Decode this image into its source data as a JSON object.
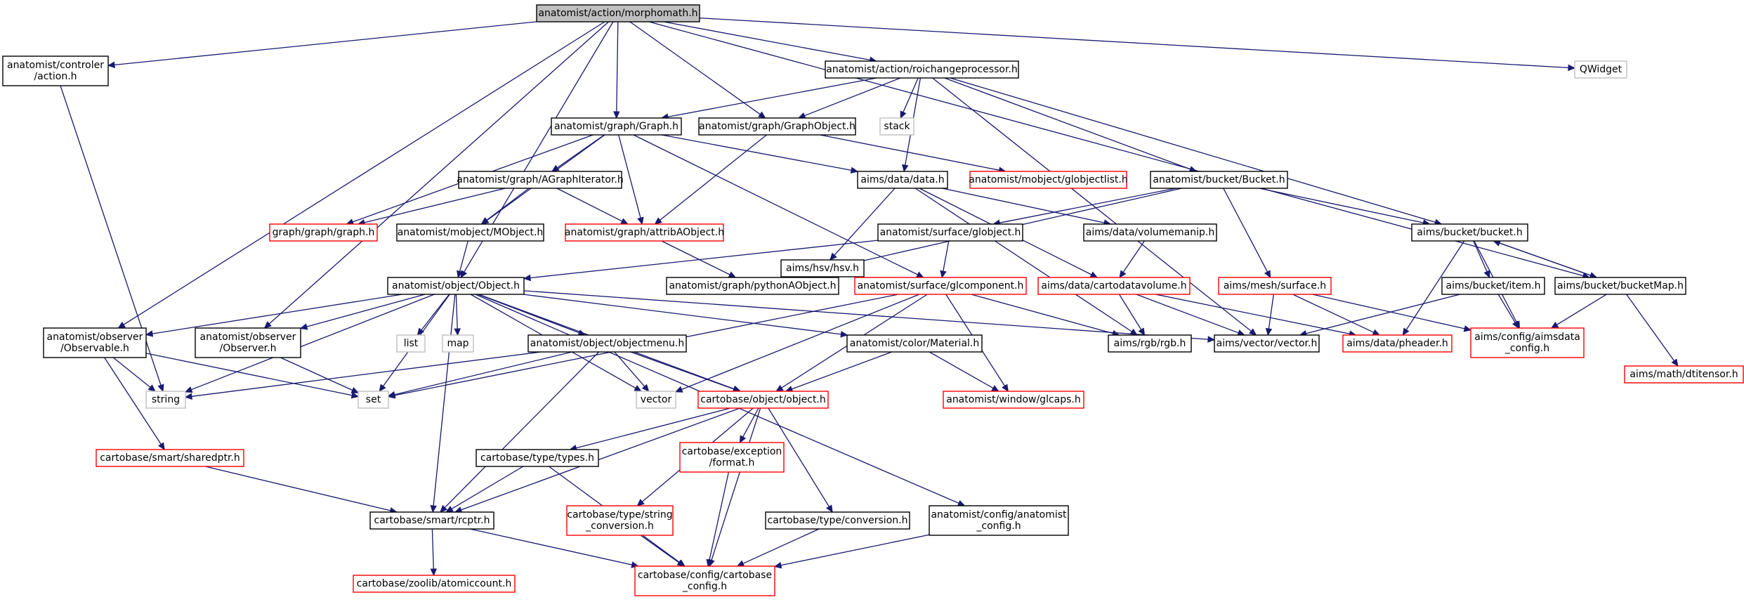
{
  "colors": {
    "edge": "#191970",
    "normal_border": "#000000",
    "truncated_border": "#ff0000",
    "external_border": "#bfbfbf",
    "root_fill": "#bfbfbf"
  },
  "nodes": [
    {
      "id": "morphomath",
      "lines": [
        "anatomist/action/morphomath.h"
      ],
      "kind": "root"
    },
    {
      "id": "controler_action",
      "lines": [
        "anatomist/controler",
        "/action.h"
      ],
      "kind": "normal"
    },
    {
      "id": "roichange",
      "lines": [
        "anatomist/action/roichangeprocessor.h"
      ],
      "kind": "normal"
    },
    {
      "id": "qwidget",
      "lines": [
        "QWidget"
      ],
      "kind": "external"
    },
    {
      "id": "graph_h",
      "lines": [
        "anatomist/graph/Graph.h"
      ],
      "kind": "normal"
    },
    {
      "id": "graphobject",
      "lines": [
        "anatomist/graph/GraphObject.h"
      ],
      "kind": "normal"
    },
    {
      "id": "stack",
      "lines": [
        "stack"
      ],
      "kind": "external"
    },
    {
      "id": "agraphiter",
      "lines": [
        "anatomist/graph/AGraphIterator.h"
      ],
      "kind": "normal"
    },
    {
      "id": "aimsdata",
      "lines": [
        "aims/data/data.h"
      ],
      "kind": "normal"
    },
    {
      "id": "globjectlist",
      "lines": [
        "anatomist/mobject/globjectlist.h"
      ],
      "kind": "truncated"
    },
    {
      "id": "bucket_h",
      "lines": [
        "anatomist/bucket/Bucket.h"
      ],
      "kind": "normal"
    },
    {
      "id": "graphgraph",
      "lines": [
        "graph/graph/graph.h"
      ],
      "kind": "truncated"
    },
    {
      "id": "mobject",
      "lines": [
        "anatomist/mobject/MObject.h"
      ],
      "kind": "normal"
    },
    {
      "id": "attribaobj",
      "lines": [
        "anatomist/graph/attribAObject.h"
      ],
      "kind": "truncated"
    },
    {
      "id": "hsv",
      "lines": [
        "aims/hsv/hsv.h"
      ],
      "kind": "normal"
    },
    {
      "id": "globject",
      "lines": [
        "anatomist/surface/globject.h"
      ],
      "kind": "normal"
    },
    {
      "id": "volumemanip",
      "lines": [
        "aims/data/volumemanip.h"
      ],
      "kind": "normal"
    },
    {
      "id": "aimsbucket",
      "lines": [
        "aims/bucket/bucket.h"
      ],
      "kind": "normal"
    },
    {
      "id": "object_h",
      "lines": [
        "anatomist/object/Object.h"
      ],
      "kind": "normal"
    },
    {
      "id": "pythonaobj",
      "lines": [
        "anatomist/graph/pythonAObject.h"
      ],
      "kind": "normal"
    },
    {
      "id": "glcomponent",
      "lines": [
        "anatomist/surface/glcomponent.h"
      ],
      "kind": "truncated"
    },
    {
      "id": "cartodatavol",
      "lines": [
        "aims/data/cartodatavolume.h"
      ],
      "kind": "truncated"
    },
    {
      "id": "meshsurface",
      "lines": [
        "aims/mesh/surface.h"
      ],
      "kind": "truncated"
    },
    {
      "id": "bucketitem",
      "lines": [
        "aims/bucket/item.h"
      ],
      "kind": "normal"
    },
    {
      "id": "bucketmap",
      "lines": [
        "aims/bucket/bucketMap.h"
      ],
      "kind": "normal"
    },
    {
      "id": "observable",
      "lines": [
        "anatomist/observer",
        "/Observable.h"
      ],
      "kind": "normal"
    },
    {
      "id": "observer",
      "lines": [
        "anatomist/observer",
        "/Observer.h"
      ],
      "kind": "normal"
    },
    {
      "id": "list",
      "lines": [
        "list"
      ],
      "kind": "external"
    },
    {
      "id": "map",
      "lines": [
        "map"
      ],
      "kind": "external"
    },
    {
      "id": "objectmenu",
      "lines": [
        "anatomist/object/objectmenu.h"
      ],
      "kind": "normal"
    },
    {
      "id": "material",
      "lines": [
        "anatomist/color/Material.h"
      ],
      "kind": "normal"
    },
    {
      "id": "rgb",
      "lines": [
        "aims/rgb/rgb.h"
      ],
      "kind": "normal"
    },
    {
      "id": "vector_h",
      "lines": [
        "aims/vector/vector.h"
      ],
      "kind": "normal"
    },
    {
      "id": "pheader",
      "lines": [
        "aims/data/pheader.h"
      ],
      "kind": "truncated"
    },
    {
      "id": "aimsdataconfig",
      "lines": [
        "aims/config/aimsdata",
        "_config.h"
      ],
      "kind": "truncated"
    },
    {
      "id": "dtitensor",
      "lines": [
        "aims/math/dtitensor.h"
      ],
      "kind": "truncated"
    },
    {
      "id": "string",
      "lines": [
        "string"
      ],
      "kind": "external"
    },
    {
      "id": "set",
      "lines": [
        "set"
      ],
      "kind": "external"
    },
    {
      "id": "vector",
      "lines": [
        "vector"
      ],
      "kind": "external"
    },
    {
      "id": "cartoobject",
      "lines": [
        "cartobase/object/object.h"
      ],
      "kind": "truncated"
    },
    {
      "id": "glcaps",
      "lines": [
        "anatomist/window/glcaps.h"
      ],
      "kind": "truncated"
    },
    {
      "id": "sharedptr",
      "lines": [
        "cartobase/smart/sharedptr.h"
      ],
      "kind": "truncated"
    },
    {
      "id": "types",
      "lines": [
        "cartobase/type/types.h"
      ],
      "kind": "normal"
    },
    {
      "id": "exceptionformat",
      "lines": [
        "cartobase/exception",
        "/format.h"
      ],
      "kind": "truncated"
    },
    {
      "id": "rcptr",
      "lines": [
        "cartobase/smart/rcptr.h"
      ],
      "kind": "normal"
    },
    {
      "id": "stringconv",
      "lines": [
        "cartobase/type/string",
        "_conversion.h"
      ],
      "kind": "truncated"
    },
    {
      "id": "conversion",
      "lines": [
        "cartobase/type/conversion.h"
      ],
      "kind": "normal"
    },
    {
      "id": "anaconfig",
      "lines": [
        "anatomist/config/anatomist",
        "_config.h"
      ],
      "kind": "normal"
    },
    {
      "id": "atomiccount",
      "lines": [
        "cartobase/zoolib/atomiccount.h"
      ],
      "kind": "truncated"
    },
    {
      "id": "cartobaseconfig",
      "lines": [
        "cartobase/config/cartobase",
        "_config.h"
      ],
      "kind": "truncated"
    }
  ],
  "edges": [
    [
      "morphomath",
      "controler_action"
    ],
    [
      "morphomath",
      "roichange"
    ],
    [
      "morphomath",
      "qwidget"
    ],
    [
      "morphomath",
      "graph_h"
    ],
    [
      "morphomath",
      "graphobject"
    ],
    [
      "morphomath",
      "object_h"
    ],
    [
      "morphomath",
      "observable"
    ],
    [
      "morphomath",
      "observer"
    ],
    [
      "morphomath",
      "bucketmap"
    ],
    [
      "controler_action",
      "string"
    ],
    [
      "roichange",
      "graph_h"
    ],
    [
      "roichange",
      "graphobject"
    ],
    [
      "roichange",
      "stack"
    ],
    [
      "roichange",
      "aimsdata"
    ],
    [
      "roichange",
      "bucket_h"
    ],
    [
      "roichange",
      "aimsbucket"
    ],
    [
      "roichange",
      "vector_h"
    ],
    [
      "graph_h",
      "agraphiter"
    ],
    [
      "graph_h",
      "graphgraph"
    ],
    [
      "graph_h",
      "mobject"
    ],
    [
      "graph_h",
      "attribaobj"
    ],
    [
      "graph_h",
      "aimsdata"
    ],
    [
      "graph_h",
      "glcomponent"
    ],
    [
      "graphobject",
      "globjectlist"
    ],
    [
      "graphobject",
      "attribaobj"
    ],
    [
      "agraphiter",
      "graphgraph"
    ],
    [
      "agraphiter",
      "mobject"
    ],
    [
      "agraphiter",
      "attribaobj"
    ],
    [
      "aimsdata",
      "hsv"
    ],
    [
      "aimsdata",
      "volumemanip"
    ],
    [
      "aimsdata",
      "cartodatavol"
    ],
    [
      "aimsdata",
      "rgb"
    ],
    [
      "bucket_h",
      "globject"
    ],
    [
      "bucket_h",
      "aimsbucket"
    ],
    [
      "bucket_h",
      "meshsurface"
    ],
    [
      "bucket_h",
      "pythonaobj"
    ],
    [
      "mobject",
      "object_h"
    ],
    [
      "attribaobj",
      "pythonaobj"
    ],
    [
      "globject",
      "object_h"
    ],
    [
      "globject",
      "glcomponent"
    ],
    [
      "volumemanip",
      "cartodatavol"
    ],
    [
      "aimsbucket",
      "bucketitem"
    ],
    [
      "aimsbucket",
      "bucketmap"
    ],
    [
      "aimsbucket",
      "pheader"
    ],
    [
      "aimsbucket",
      "aimsdataconfig"
    ],
    [
      "bucketmap",
      "aimsbucket"
    ],
    [
      "bucketmap",
      "dtitensor"
    ],
    [
      "bucketmap",
      "aimsdataconfig"
    ],
    [
      "object_h",
      "observable"
    ],
    [
      "object_h",
      "observer"
    ],
    [
      "object_h",
      "list"
    ],
    [
      "object_h",
      "map"
    ],
    [
      "object_h",
      "objectmenu"
    ],
    [
      "object_h",
      "material"
    ],
    [
      "object_h",
      "string"
    ],
    [
      "object_h",
      "set"
    ],
    [
      "object_h",
      "vector"
    ],
    [
      "object_h",
      "cartoobject"
    ],
    [
      "object_h",
      "rcptr"
    ],
    [
      "object_h",
      "anaconfig"
    ],
    [
      "object_h",
      "vector_h"
    ],
    [
      "glcomponent",
      "vector"
    ],
    [
      "glcomponent",
      "set"
    ],
    [
      "glcomponent",
      "cartoobject"
    ],
    [
      "glcomponent",
      "glcaps"
    ],
    [
      "glcomponent",
      "rgb"
    ],
    [
      "cartodatavol",
      "rgb"
    ],
    [
      "cartodatavol",
      "vector_h"
    ],
    [
      "cartodatavol",
      "pheader"
    ],
    [
      "meshsurface",
      "vector_h"
    ],
    [
      "meshsurface",
      "pheader"
    ],
    [
      "meshsurface",
      "aimsdataconfig"
    ],
    [
      "bucketitem",
      "vector_h"
    ],
    [
      "bucketitem",
      "aimsdataconfig"
    ],
    [
      "observable",
      "string"
    ],
    [
      "observable",
      "set"
    ],
    [
      "observable",
      "sharedptr"
    ],
    [
      "observer",
      "set"
    ],
    [
      "objectmenu",
      "string"
    ],
    [
      "objectmenu",
      "set"
    ],
    [
      "objectmenu",
      "vector"
    ],
    [
      "objectmenu",
      "cartoobject"
    ],
    [
      "objectmenu",
      "rcptr"
    ],
    [
      "material",
      "cartoobject"
    ],
    [
      "material",
      "glcaps"
    ],
    [
      "cartoobject",
      "types"
    ],
    [
      "cartoobject",
      "exceptionformat"
    ],
    [
      "cartoobject",
      "stringconv"
    ],
    [
      "cartoobject",
      "conversion"
    ],
    [
      "cartoobject",
      "rcptr"
    ],
    [
      "cartoobject",
      "cartobaseconfig"
    ],
    [
      "sharedptr",
      "rcptr"
    ],
    [
      "types",
      "rcptr"
    ],
    [
      "types",
      "cartobaseconfig"
    ],
    [
      "exceptionformat",
      "cartobaseconfig"
    ],
    [
      "rcptr",
      "atomiccount"
    ],
    [
      "rcptr",
      "cartobaseconfig"
    ],
    [
      "stringconv",
      "cartobaseconfig"
    ],
    [
      "conversion",
      "cartobaseconfig"
    ],
    [
      "anaconfig",
      "cartobaseconfig"
    ]
  ]
}
